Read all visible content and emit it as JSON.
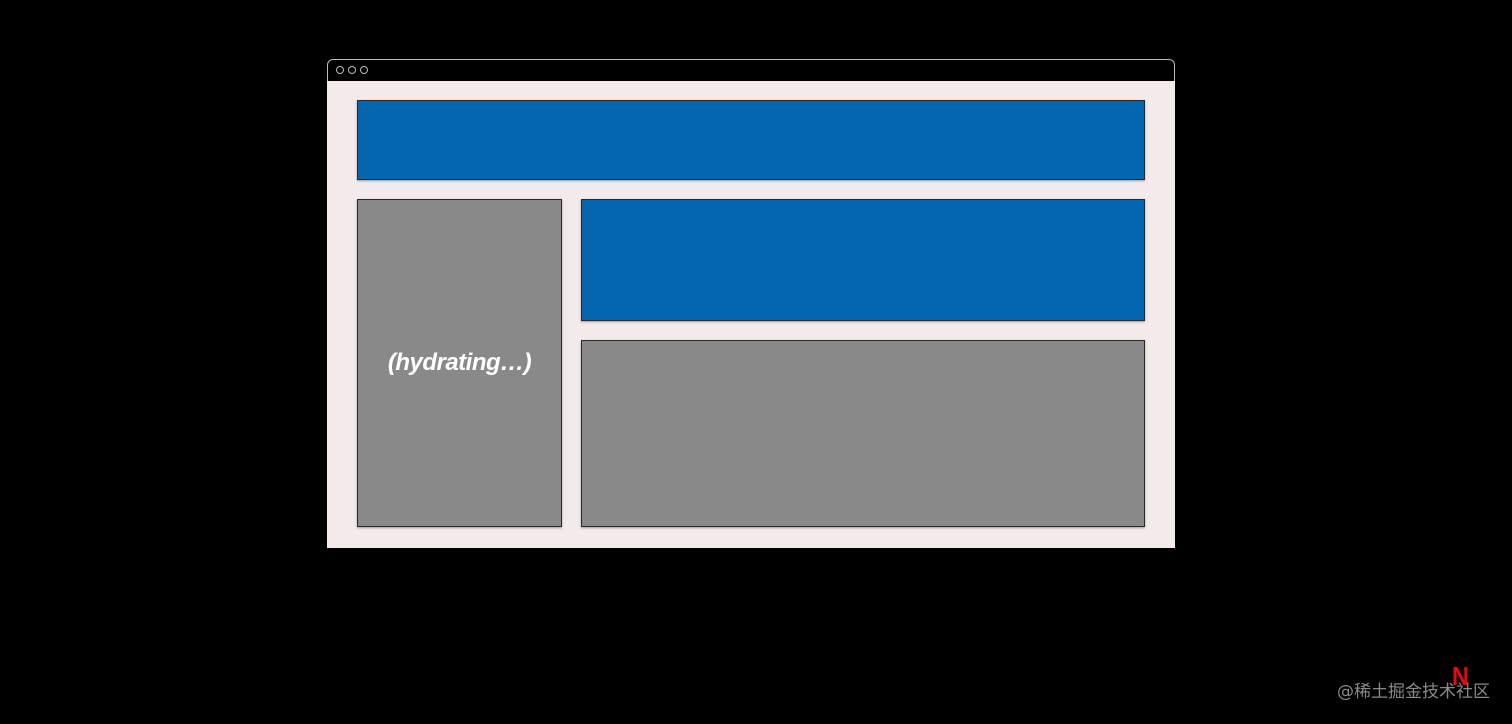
{
  "diagram": {
    "sidebar_label": "(hydrating…)",
    "colors": {
      "background": "#000000",
      "page": "#f3eaea",
      "hydrated": "#0466ae",
      "pending": "#898989"
    }
  },
  "watermark": {
    "text": "@稀土掘金技术社区",
    "logo_letter": "N"
  }
}
